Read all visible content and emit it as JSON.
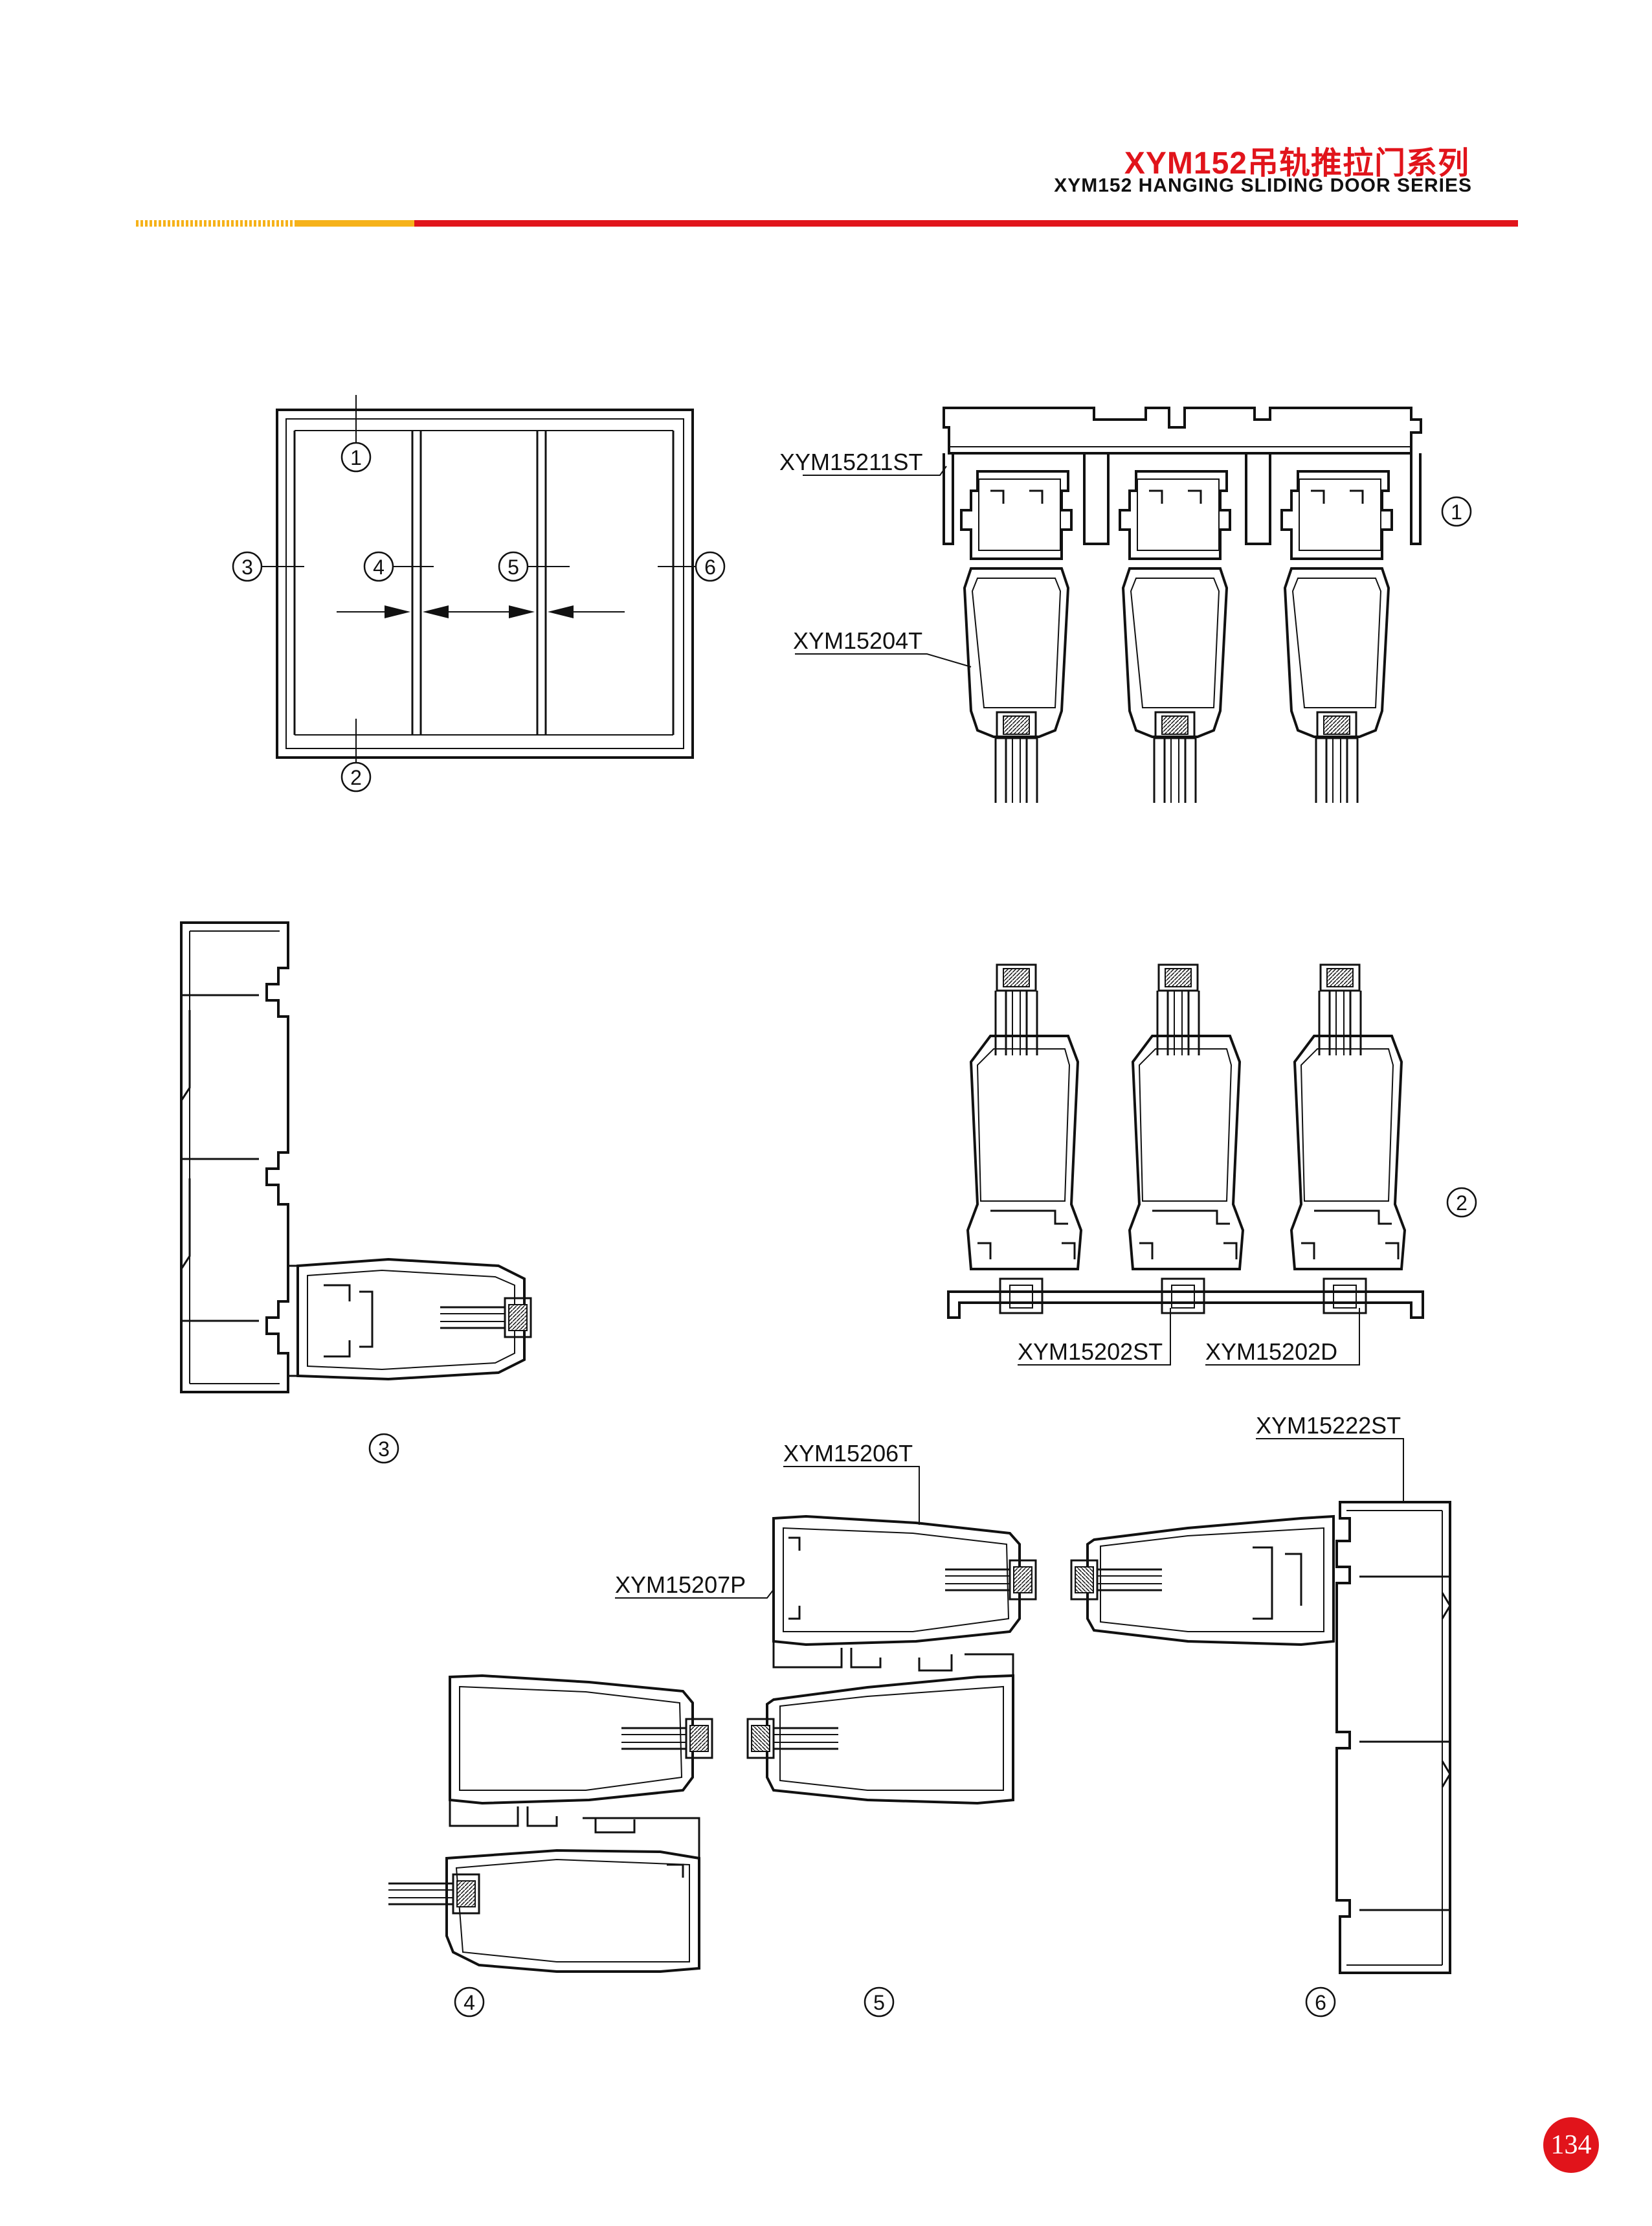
{
  "header": {
    "title_cn": "XYM152吊轨推拉门系列",
    "title_en": "XYM152 HANGING SLIDING DOOR SERIES"
  },
  "colors": {
    "accent_red": "#e1141b",
    "accent_yellow": "#f6b21a",
    "line": "#111111"
  },
  "callouts": {
    "c1": "1",
    "c2": "2",
    "c3": "3",
    "c4": "4",
    "c5": "5",
    "c6": "6"
  },
  "profiles": {
    "top_track": "XYM15211ST",
    "sash_top": "XYM15204T",
    "bottom_track": "XYM15202ST",
    "bottom_guide": "XYM15202D",
    "interlock_sash": "XYM15206T",
    "interlock_cover": "XYM15207P",
    "side_frame": "XYM15222ST"
  },
  "page_number": "134"
}
